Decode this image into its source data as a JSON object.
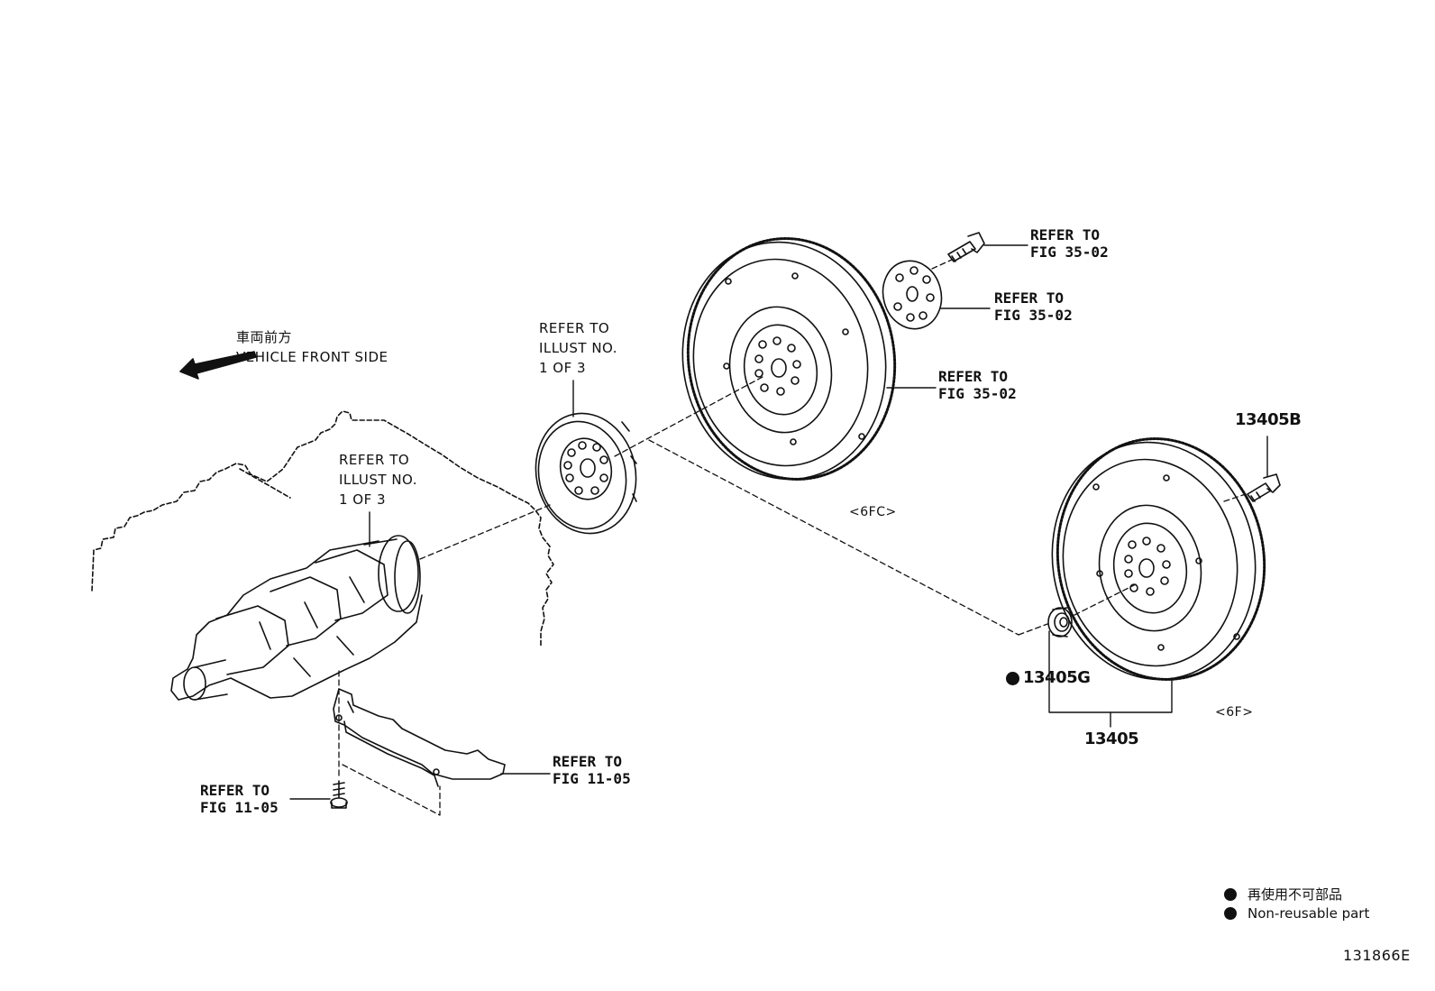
{
  "direction": {
    "label_jp": "車両前方",
    "label_en": "VEHICLE FRONT SIDE"
  },
  "callouts": {
    "flexplate_ref": [
      "REFER TO",
      "ILLUST NO.",
      "1 OF 3"
    ],
    "crank_ref": [
      "REFER TO",
      "ILLUST NO.",
      "1 OF 3"
    ],
    "bolt_top_ref": [
      "REFER TO",
      "FIG 35-02"
    ],
    "plate_top_ref": [
      "REFER TO",
      "FIG 35-02"
    ],
    "flywheel_ref": [
      "REFER TO",
      "FIG 35-02"
    ],
    "cover_ref": [
      "REFER TO",
      "FIG 11-05"
    ],
    "screw_ref": [
      "REFER TO",
      "FIG 11-05"
    ]
  },
  "variants": {
    "fc": "<6FC>",
    "f": "<6F>"
  },
  "parts": {
    "bolt": "13405B",
    "bearing": "13405G",
    "assembly": "13405"
  },
  "legend": {
    "jp": "再使用不可部品",
    "en": "Non-reusable part"
  },
  "figure_id": "131866E"
}
